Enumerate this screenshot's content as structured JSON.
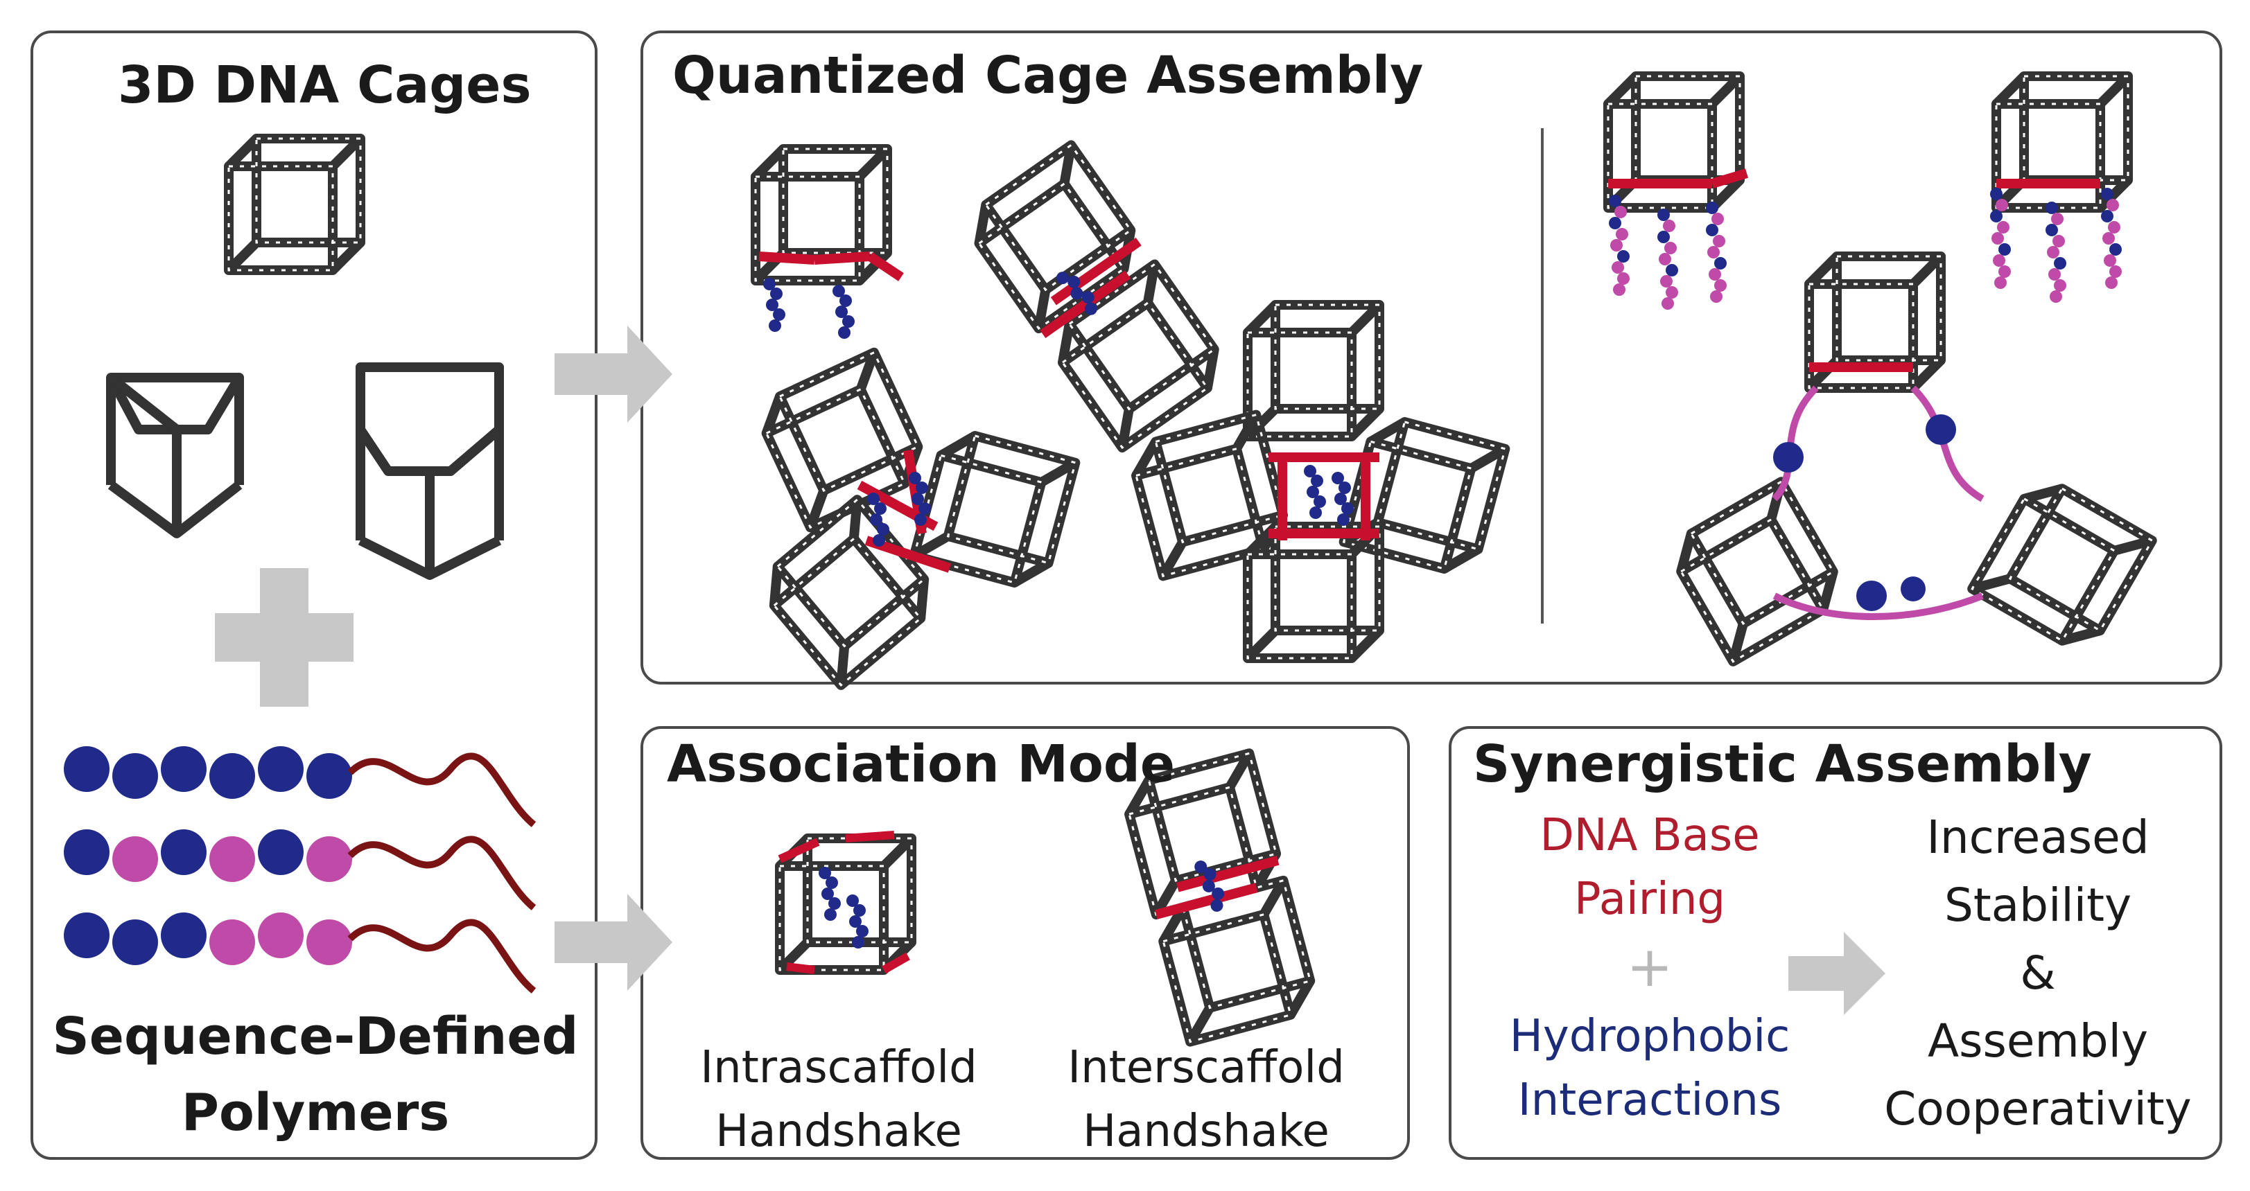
{
  "left_panel": {
    "title": "3D DNA Cages",
    "polymer_label_line1": "Sequence-Defined",
    "polymer_label_line2": "Polymers"
  },
  "top_panel": {
    "title": "Quantized Cage Assembly"
  },
  "association_panel": {
    "title": "Association Mode",
    "intra_line1": "Intrascaffold",
    "intra_line2": "Handshake",
    "inter_line1": "Interscaffold",
    "inter_line2": "Handshake"
  },
  "synergy_panel": {
    "title": "Synergistic Assembly",
    "dna_line1": "DNA Base",
    "dna_line2": "Pairing",
    "plus": "+",
    "hydro_line1": "Hydrophobic",
    "hydro_line2": "Interactions",
    "result_line1": "Increased",
    "result_line2": "Stability",
    "result_line3": "&",
    "result_line4": "Assembly",
    "result_line5": "Cooperativity"
  },
  "colors": {
    "cage": "#333333",
    "red_strand": "#c8102e",
    "hydrophobic_blue": "#1f2a8a",
    "hydrophilic_pink": "#c04aa8",
    "tail": "#7a1414",
    "arrow": "#c8c8c8",
    "dna_text": "#b01e2e",
    "hydro_text": "#1c2c78"
  }
}
